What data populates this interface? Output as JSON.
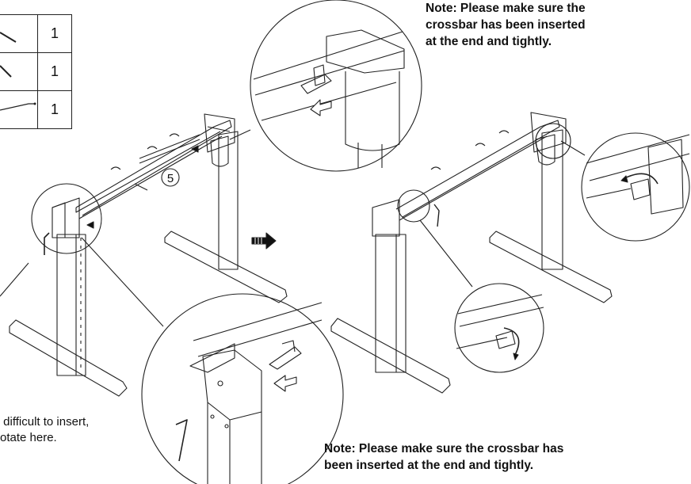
{
  "notes": {
    "top": "Note: Please make sure the\ncrossbar has been inserted\nat the end and tightly.",
    "bottom": "Note: Please make sure the crossbar has\nbeen inserted at the end and tightly."
  },
  "hint_text": " difficult to insert,\notate here.",
  "step_number": "5",
  "parts": [
    {
      "icon": "allen-key-icon",
      "qty": "1"
    },
    {
      "icon": "hex-key-icon",
      "qty": "1"
    },
    {
      "icon": "screwdriver-icon",
      "qty": "1"
    }
  ]
}
